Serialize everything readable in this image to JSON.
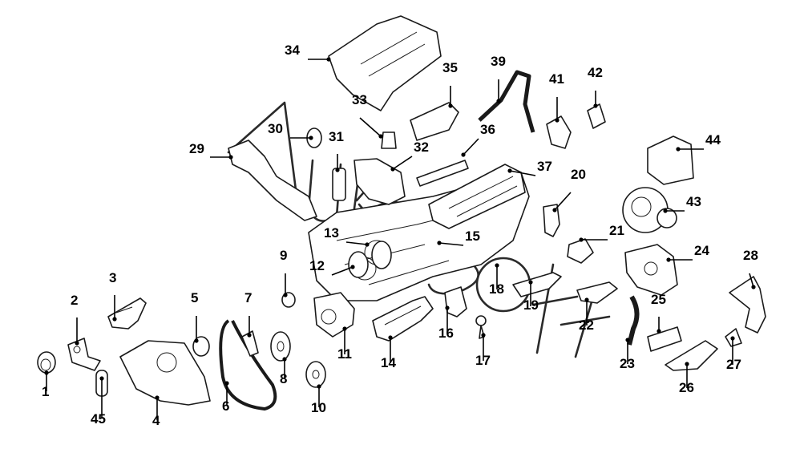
{
  "diagram": {
    "kind": "exploded-parts-view",
    "callouts": [
      {
        "id": "1",
        "label": "1"
      },
      {
        "id": "2",
        "label": "2"
      },
      {
        "id": "3",
        "label": "3"
      },
      {
        "id": "4",
        "label": "4"
      },
      {
        "id": "5",
        "label": "5"
      },
      {
        "id": "6",
        "label": "6"
      },
      {
        "id": "7",
        "label": "7"
      },
      {
        "id": "8",
        "label": "8"
      },
      {
        "id": "9",
        "label": "9"
      },
      {
        "id": "10",
        "label": "10"
      },
      {
        "id": "11",
        "label": "11"
      },
      {
        "id": "12",
        "label": "12"
      },
      {
        "id": "13",
        "label": "13"
      },
      {
        "id": "14",
        "label": "14"
      },
      {
        "id": "15",
        "label": "15"
      },
      {
        "id": "16",
        "label": "16"
      },
      {
        "id": "17",
        "label": "17"
      },
      {
        "id": "18",
        "label": "18"
      },
      {
        "id": "19",
        "label": "19"
      },
      {
        "id": "20",
        "label": "20"
      },
      {
        "id": "21",
        "label": "21"
      },
      {
        "id": "22",
        "label": "22"
      },
      {
        "id": "23",
        "label": "23"
      },
      {
        "id": "24",
        "label": "24"
      },
      {
        "id": "25",
        "label": "25"
      },
      {
        "id": "26",
        "label": "26"
      },
      {
        "id": "27",
        "label": "27"
      },
      {
        "id": "28",
        "label": "28"
      },
      {
        "id": "29",
        "label": "29"
      },
      {
        "id": "30",
        "label": "30"
      },
      {
        "id": "31",
        "label": "31"
      },
      {
        "id": "32",
        "label": "32"
      },
      {
        "id": "33",
        "label": "33"
      },
      {
        "id": "34",
        "label": "34"
      },
      {
        "id": "35",
        "label": "35"
      },
      {
        "id": "36",
        "label": "36"
      },
      {
        "id": "37",
        "label": "37"
      },
      {
        "id": "39",
        "label": "39"
      },
      {
        "id": "41",
        "label": "41"
      },
      {
        "id": "42",
        "label": "42"
      },
      {
        "id": "43",
        "label": "43"
      },
      {
        "id": "44",
        "label": "44"
      },
      {
        "id": "45",
        "label": "45"
      }
    ]
  }
}
